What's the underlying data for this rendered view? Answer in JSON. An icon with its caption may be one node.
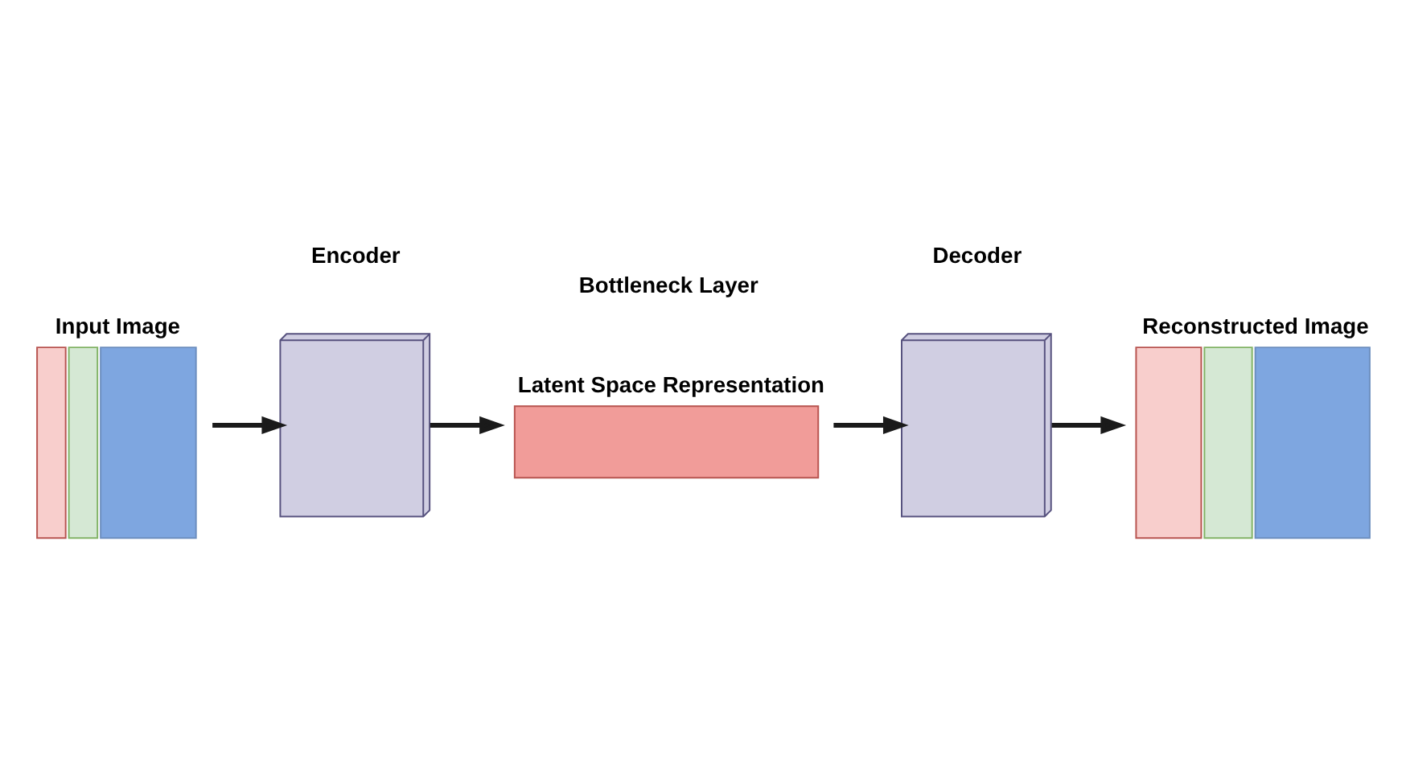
{
  "diagram": {
    "nodes": [
      {
        "text": [
          "Input Image"
        ]
      },
      {
        "text": [],
        "shape": "box"
      },
      {
        "text": [
          "Latent Space Representation"
        ]
      },
      {
        "text": [],
        "shape": "box"
      },
      {
        "text": [
          "Reconstructed Image"
        ]
      }
    ],
    "edges": [
      {
        "from": 0,
        "to": 1,
        "arrow": "to"
      },
      {
        "from": 1,
        "to": 2,
        "arrow": "to"
      },
      {
        "from": 2,
        "to": 3,
        "arrow": "to"
      },
      {
        "from": 3,
        "to": 4,
        "arrow": "to"
      }
    ],
    "labels": [
      "Encoder",
      "Bottleneck Layer",
      "Decoder"
    ]
  }
}
